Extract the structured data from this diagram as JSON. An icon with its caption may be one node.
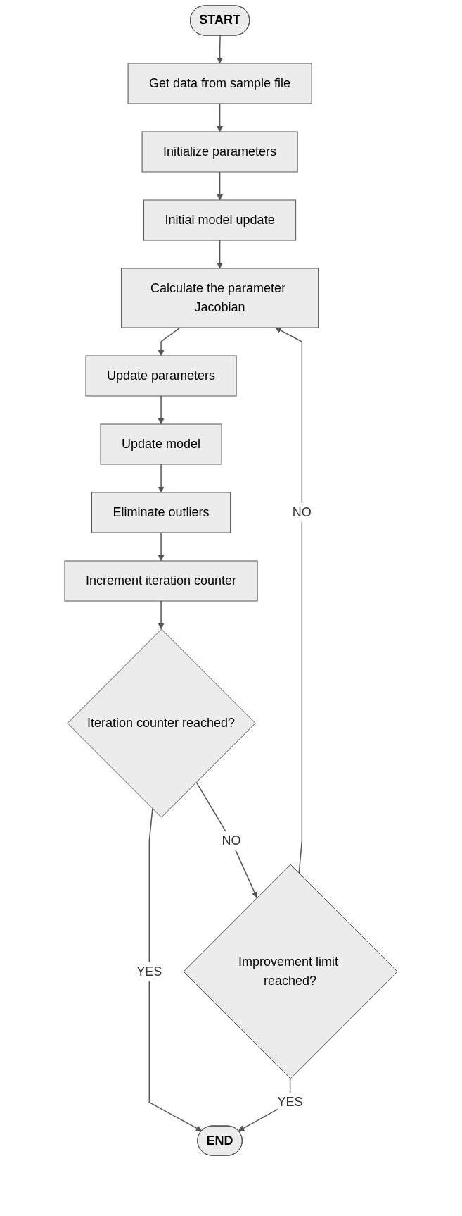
{
  "diagram": {
    "nodes": [
      {
        "text": [
          "START"
        ]
      },
      {
        "text": [
          "Get data from sample file"
        ]
      },
      {
        "text": [
          "Initialize parameters"
        ]
      },
      {
        "text": [
          "Initial model update"
        ]
      },
      {
        "text": [
          "Calculate the parameter Jacobian"
        ]
      },
      {
        "text": [
          "Update parameters"
        ]
      },
      {
        "text": [
          "Update model"
        ]
      },
      {
        "text": [
          "Eliminate outliers"
        ]
      },
      {
        "text": [
          "Increment iteration counter"
        ]
      },
      {
        "text": [
          "Iteration counter reached?"
        ]
      },
      {
        "text": [
          "Improvement limit reached?"
        ]
      },
      {
        "text": [
          "END"
        ]
      }
    ],
    "edges": [
      {
        "from": 0,
        "to": 1,
        "arrow": "to"
      },
      {
        "from": 1,
        "to": 2,
        "arrow": "to"
      },
      {
        "from": 2,
        "to": 3,
        "arrow": "to"
      },
      {
        "from": 3,
        "to": 4,
        "arrow": "to"
      },
      {
        "from": 4,
        "to": 5,
        "arrow": "to"
      },
      {
        "from": 5,
        "to": 6,
        "arrow": "to"
      },
      {
        "from": 6,
        "to": 7,
        "arrow": "to"
      },
      {
        "from": 7,
        "to": 8,
        "arrow": "to"
      },
      {
        "from": 8,
        "to": 9,
        "arrow": "to"
      },
      {
        "from": 9,
        "to": 11,
        "arrow": "to",
        "label": "YES"
      },
      {
        "from": 9,
        "to": 10,
        "arrow": "to",
        "label": "NO"
      },
      {
        "from": 10,
        "to": 11,
        "arrow": "to",
        "label": "YES"
      },
      {
        "from": 10,
        "to": 4,
        "arrow": "to",
        "label": "NO"
      }
    ]
  }
}
